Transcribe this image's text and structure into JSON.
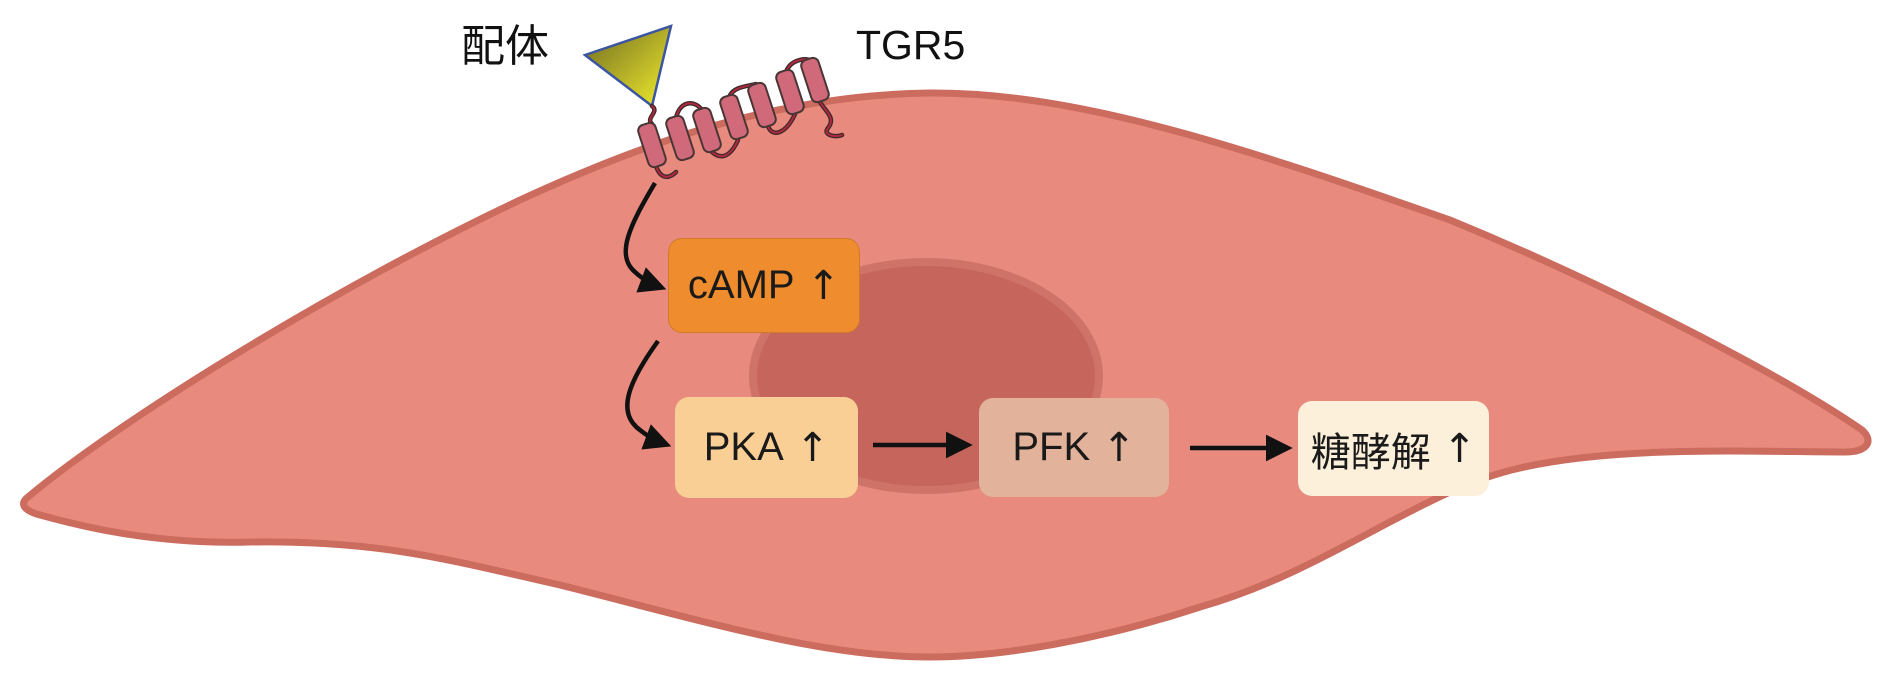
{
  "figure": {
    "ligand_label": "配体",
    "receptor_label": "TGR5",
    "pathway": [
      {
        "id": "camp",
        "label": "cAMP",
        "change": "↑",
        "color": "#ef8c2d"
      },
      {
        "id": "pka",
        "label": "PKA",
        "change": "↑",
        "color": "#f9cf96"
      },
      {
        "id": "pfk",
        "label": "PFK",
        "change": "↑",
        "color": "#e2b39a"
      },
      {
        "id": "glycolysis",
        "label": "糖酵解",
        "change": "↑",
        "color": "#fdf0da"
      }
    ],
    "colors": {
      "cytoplasm": "#e88b7e",
      "membrane": "#cc6c5f",
      "nucleus": "#c6655c",
      "nucleus_edge": "#cf7369",
      "ligand": "#d6d21e",
      "ligand_edge": "#3b55a0",
      "receptor_helix": "#d06a7a",
      "receptor_loop": "#b0283f",
      "arrow": "#111111"
    }
  }
}
